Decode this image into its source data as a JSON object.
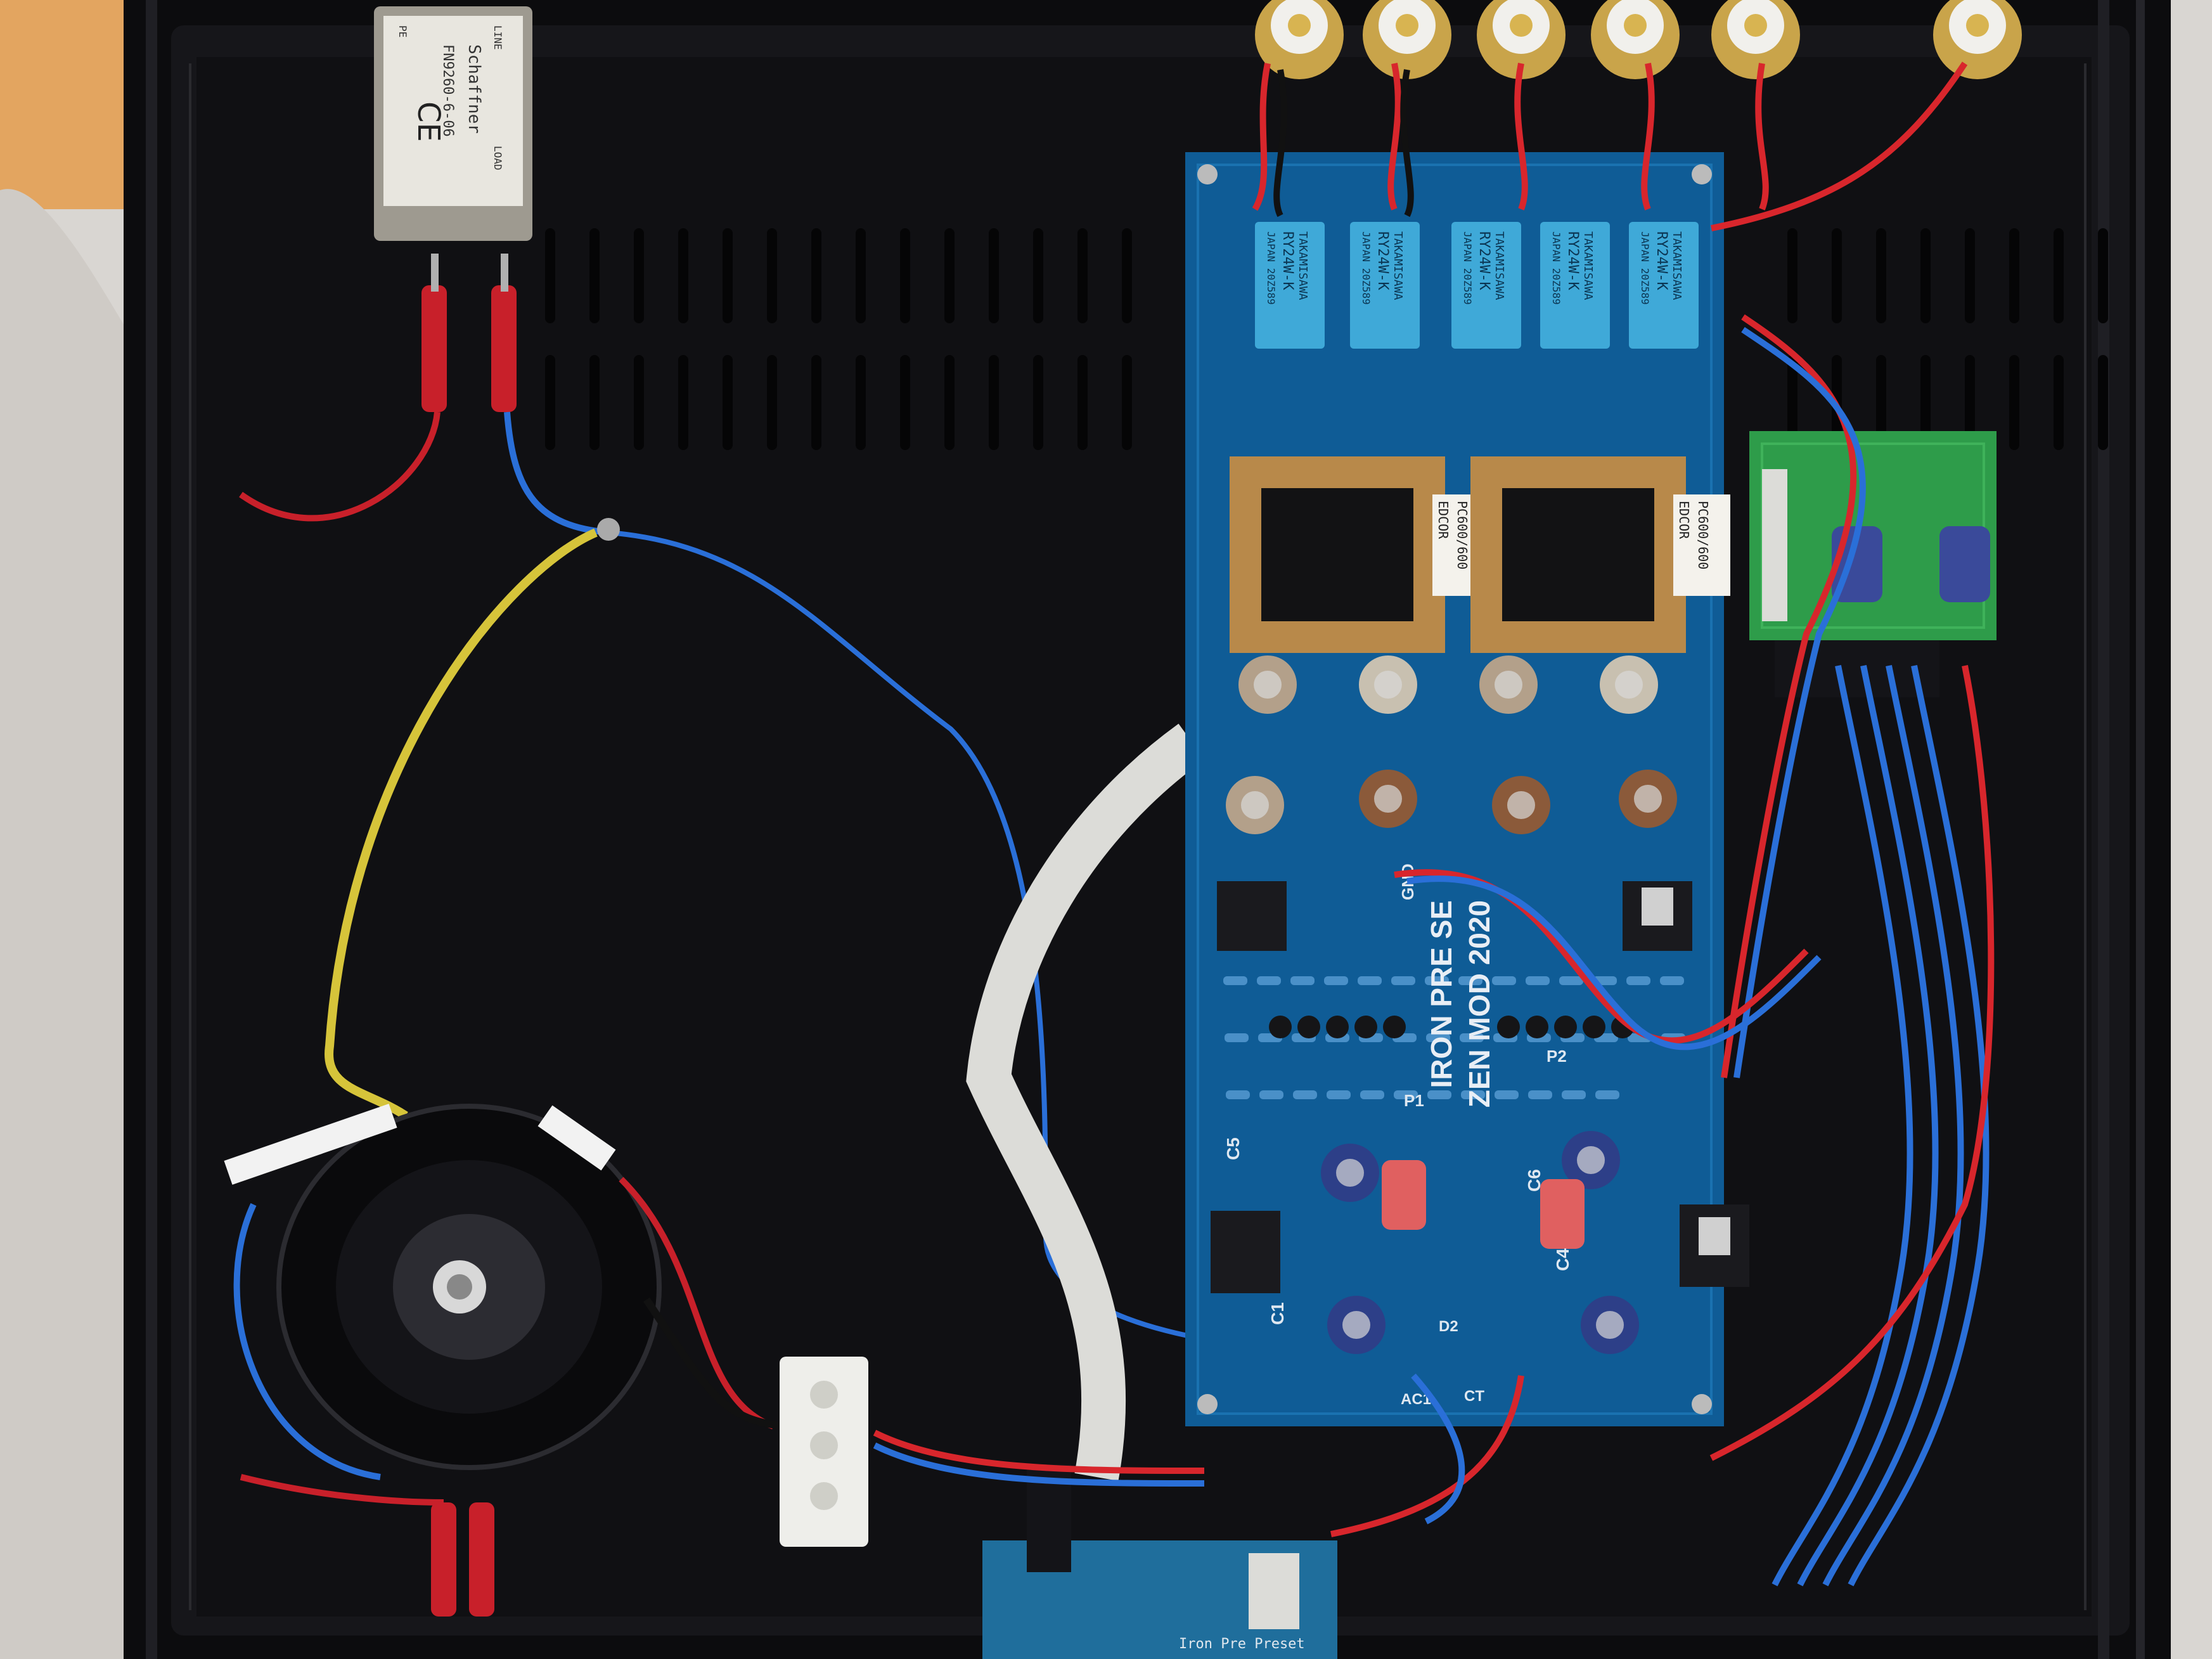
{
  "photo": {
    "colors": {
      "enclosure": "#121214",
      "enclosure_edge": "#2a2a2e",
      "pcb_main": "#0f5c96",
      "pcb_green": "#2e9c4a",
      "wire_red": "#d8262c",
      "wire_blue": "#2a6fd8",
      "wire_yellow": "#d6c43a",
      "ribbon": "#dcdcd8",
      "relay": "#3fa9d8",
      "transformer_frame": "#b8894a",
      "blanket": "#d9d6d2"
    }
  },
  "labels": {
    "board_title_1": "IRON PRE SE",
    "board_title_2": "ZEN MOD 2020",
    "relay_brand": "TAKAMISAWA",
    "relay_model": "RY24W-K",
    "relay_origin": "JAPAN 20Z589",
    "transformer_model": "PC600/600",
    "transformer_brand": "EDCOR",
    "filter_brand": "Schaffner",
    "filter_model": "FN9260-6-06",
    "filter_mark": "CE",
    "filter_line": "LINE",
    "filter_load": "LOAD",
    "filter_pe": "PE",
    "silk_gnd": "GND",
    "silk_c5": "C5",
    "silk_c6": "C6",
    "silk_c1": "C1",
    "silk_c4": "C4",
    "silk_p1": "P1",
    "silk_p2": "P2",
    "silk_d2": "D2",
    "silk_ct": "CT",
    "silk_ac1": "AC1",
    "daughter_text": "Iron Pre Preset"
  }
}
